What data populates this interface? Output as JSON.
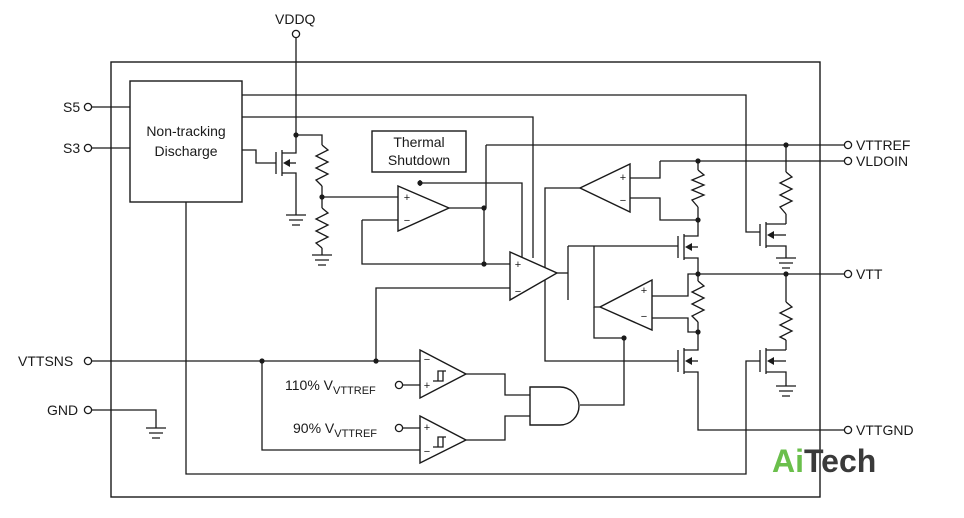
{
  "pins": {
    "vddq": "VDDQ",
    "s5": "S5",
    "s3": "S3",
    "vttsns": "VTTSNS",
    "gnd": "GND",
    "vttref": "VTTREF",
    "vldoin": "VLDOIN",
    "vtt": "VTT",
    "vttgnd": "VTTGND"
  },
  "blocks": {
    "discharge_line1": "Non-tracking",
    "discharge_line2": "Discharge",
    "thermal_line1": "Thermal",
    "thermal_line2": "Shutdown"
  },
  "references": {
    "upper": {
      "prefix": "110% V",
      "subscript": "VTTREF"
    },
    "lower": {
      "prefix": "90% V",
      "subscript": "VTTREF"
    }
  },
  "symbols": {
    "plus": "+",
    "minus": "−"
  },
  "watermark": {
    "part1": "Ai",
    "part2": "Tech",
    "color1": "#6abf4b",
    "color2": "#3a3a3a"
  }
}
